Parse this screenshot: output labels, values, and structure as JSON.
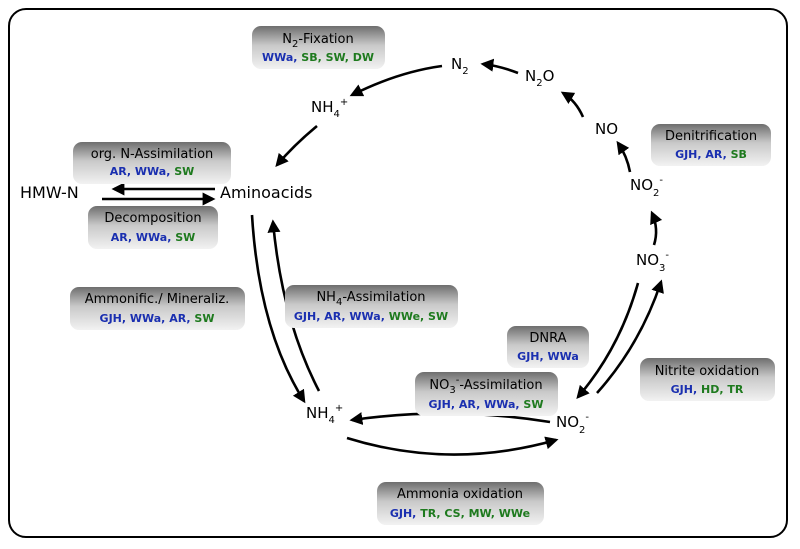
{
  "colors": {
    "blue": "#1a2fb0",
    "green": "#1e7a1e"
  },
  "nodes": {
    "n2": {
      "main": "N",
      "sub": "2",
      "sup": ""
    },
    "n2o": {
      "main": "N",
      "sub": "2",
      "tail": "O"
    },
    "no": "NO",
    "no2_right": {
      "main": "NO",
      "sub": "2",
      "sup": "-"
    },
    "no3": {
      "main": "NO",
      "sub": "3",
      "sup": "-"
    },
    "no2_bottom": {
      "main": "NO",
      "sub": "2",
      "sup": "-"
    },
    "nh4_bottom": {
      "main": "NH",
      "sub": "4",
      "sup": "+"
    },
    "nh4_top": {
      "main": "NH",
      "sub": "4",
      "sup": "+"
    },
    "aminoacids": "Aminoacids",
    "hmwn": "HMW-N"
  },
  "processes": {
    "n2_fixation": {
      "title_a": "N",
      "title_sub": "2",
      "title_b": "-Fixation",
      "orgs": [
        {
          "t": "WWa",
          "c": "blue"
        },
        {
          "t": ", ",
          "c": "blue"
        },
        {
          "t": "SB, SW, DW",
          "c": "green"
        }
      ]
    },
    "org_n_assimilation": {
      "title": "org. N-Assimilation",
      "orgs": [
        {
          "t": "AR, WWa, ",
          "c": "blue"
        },
        {
          "t": "SW",
          "c": "green"
        }
      ]
    },
    "decomposition": {
      "title": "Decomposition",
      "orgs": [
        {
          "t": "AR, WWa, ",
          "c": "blue"
        },
        {
          "t": "SW",
          "c": "green"
        }
      ]
    },
    "denitrification": {
      "title": "Denitrification",
      "orgs": [
        {
          "t": "GJH, AR, ",
          "c": "blue"
        },
        {
          "t": "SB",
          "c": "green"
        }
      ]
    },
    "ammonification": {
      "title": "Ammonific./ Mineraliz.",
      "orgs": [
        {
          "t": "GJH, WWa, AR, ",
          "c": "blue"
        },
        {
          "t": "SW",
          "c": "green"
        }
      ]
    },
    "nh4_assimilation": {
      "title_a": "NH",
      "title_sub": "4",
      "title_b": "-Assimilation",
      "orgs": [
        {
          "t": "GJH, AR, WWa, ",
          "c": "blue"
        },
        {
          "t": "WWe, SW",
          "c": "green"
        }
      ]
    },
    "dnra": {
      "title": "DNRA",
      "orgs": [
        {
          "t": "GJH, WWa",
          "c": "blue"
        }
      ]
    },
    "no3_assimilation": {
      "title_a": "NO",
      "title_sub": "3",
      "title_sup": "-",
      "title_b": "-Assimilation",
      "orgs": [
        {
          "t": "GJH, AR, WWa, ",
          "c": "blue"
        },
        {
          "t": "SW",
          "c": "green"
        }
      ]
    },
    "nitrite_oxidation": {
      "title": "Nitrite oxidation",
      "orgs": [
        {
          "t": "GJH, ",
          "c": "blue"
        },
        {
          "t": "HD, TR",
          "c": "green"
        }
      ]
    },
    "ammonia_oxidation": {
      "title": "Ammonia oxidation",
      "orgs": [
        {
          "t": "GJH, ",
          "c": "blue"
        },
        {
          "t": "TR, CS, MW, WWe",
          "c": "green"
        }
      ]
    }
  }
}
